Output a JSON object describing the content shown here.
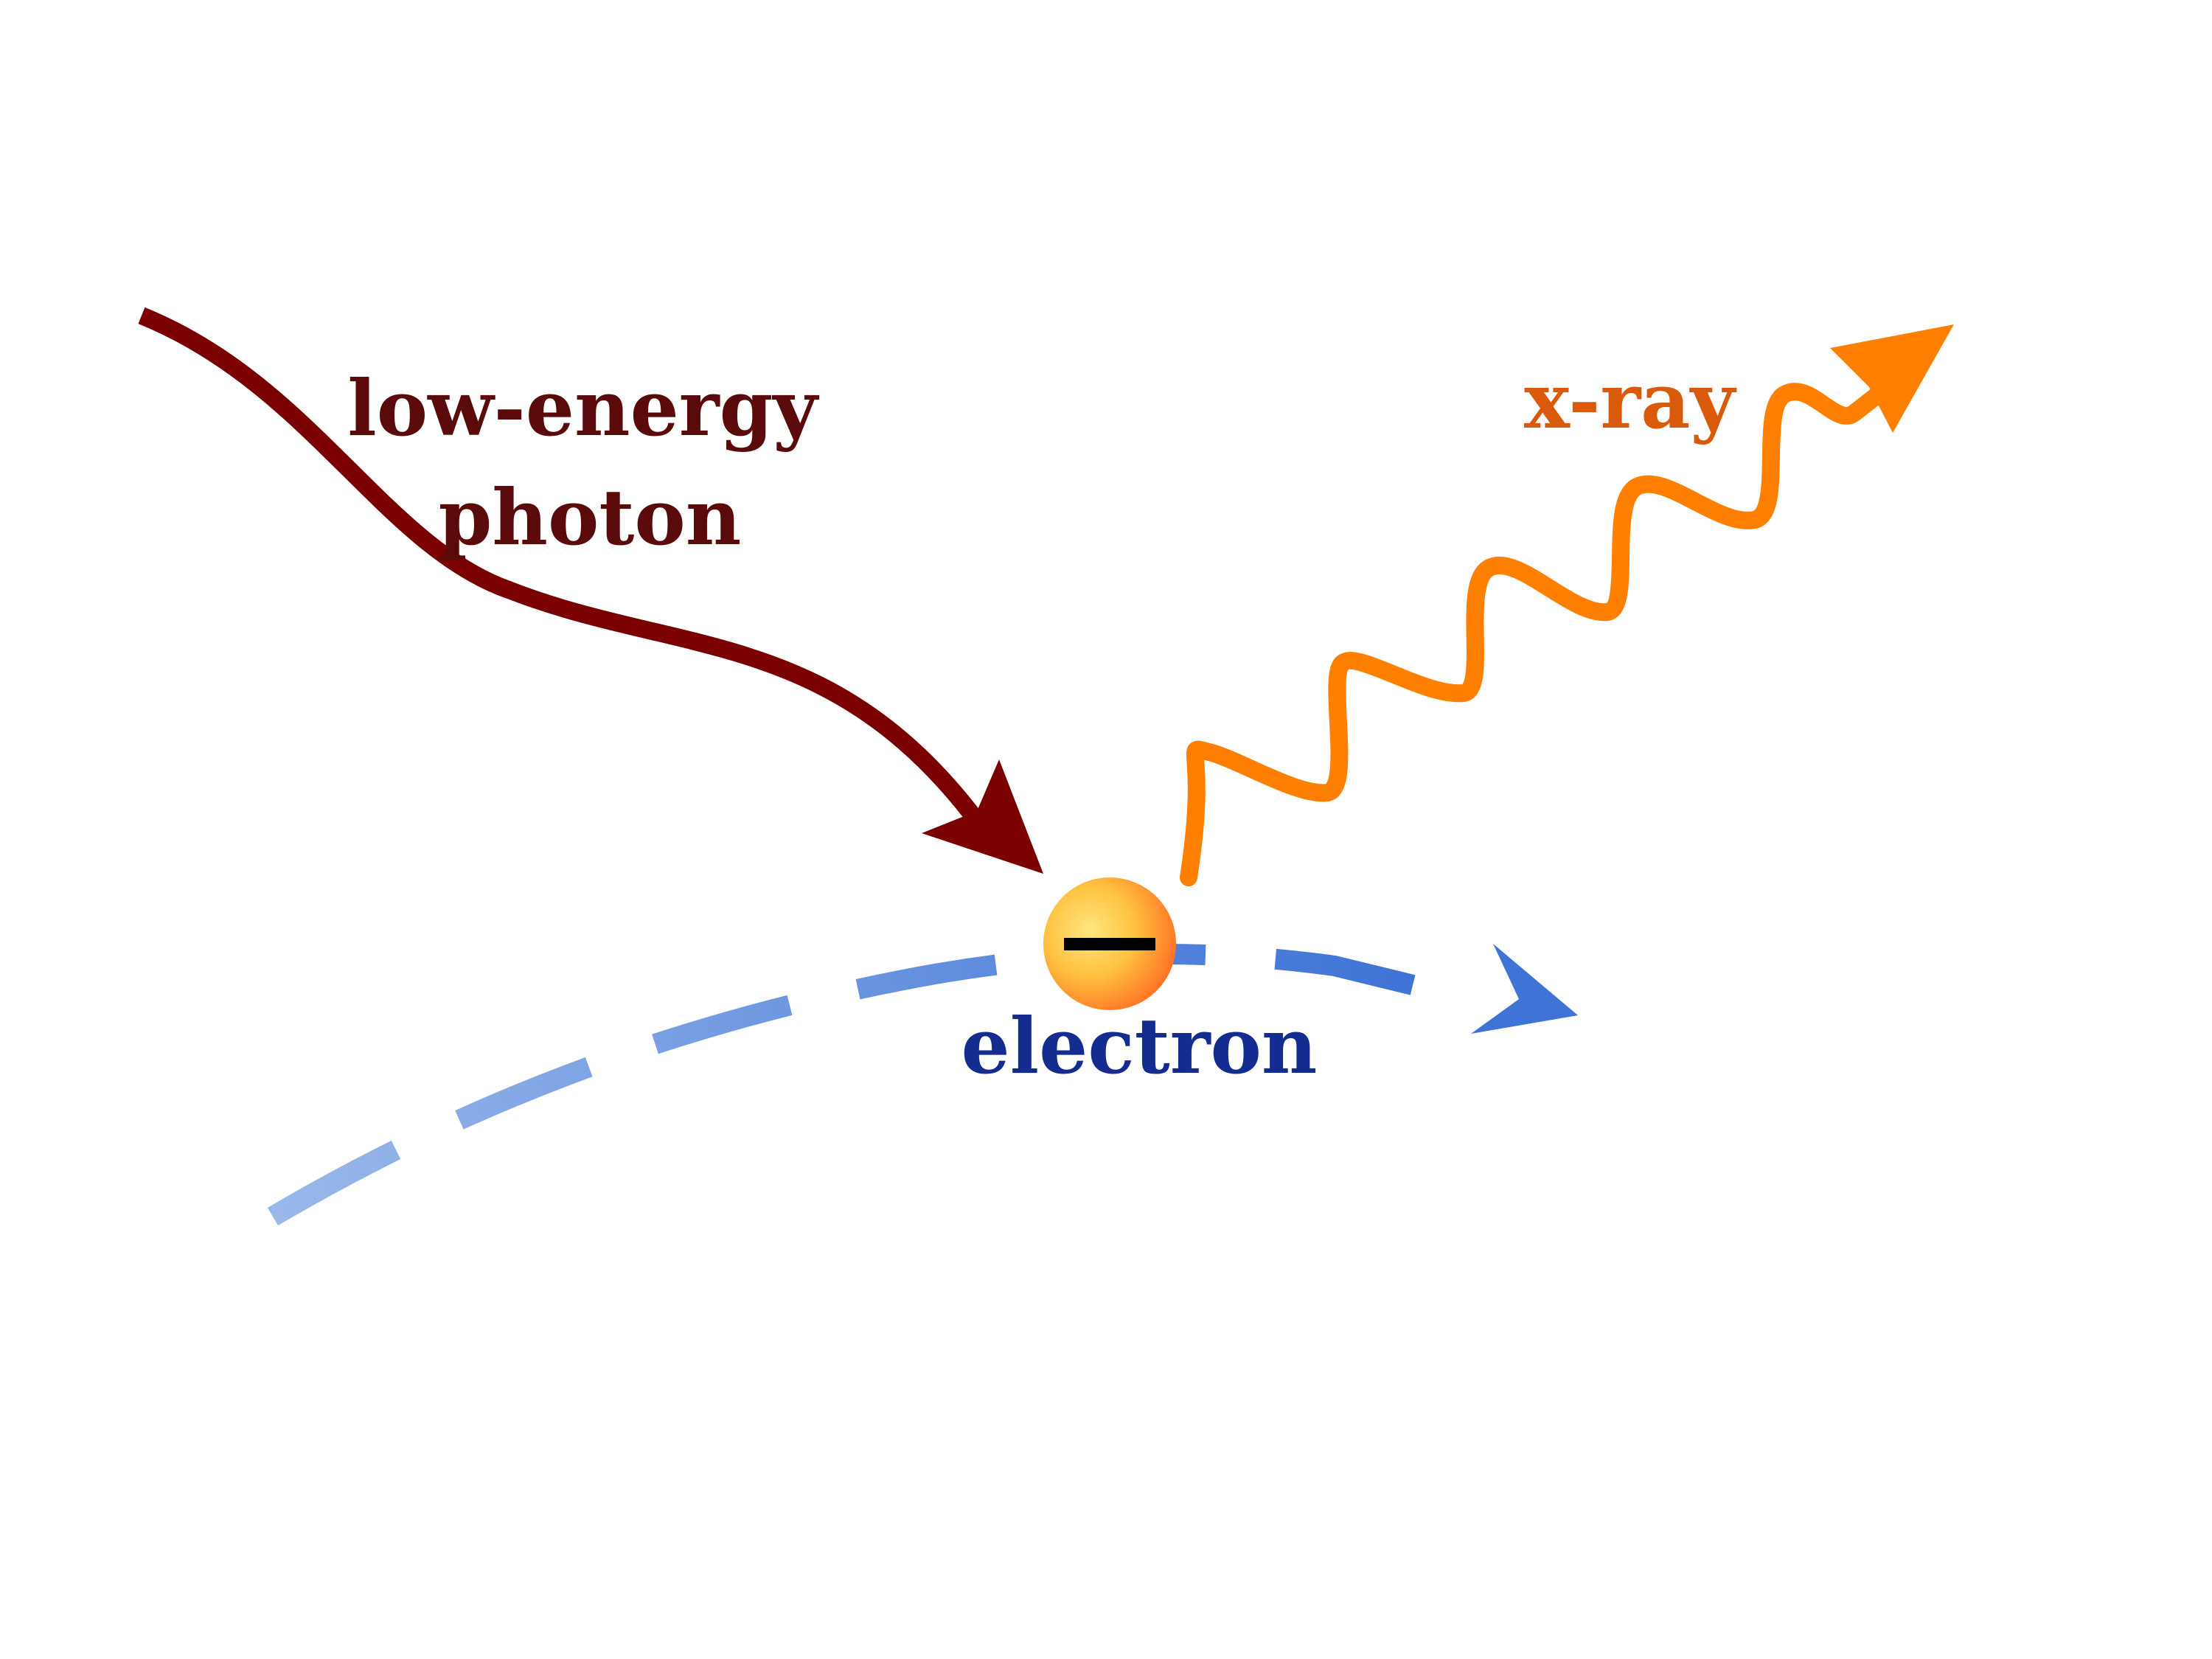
{
  "labels": {
    "photon_line1": "low-energy",
    "photon_line2": "photon",
    "xray": "x-ray",
    "electron": "electron"
  },
  "colors": {
    "photon": "#7a0000",
    "photon_text": "#5a0a0a",
    "xray": "#ff8000",
    "xray_text": "#d95a0a",
    "electron_path": "#3f74d6",
    "electron_path_faded": "#9ab8ea",
    "electron_text": "#142b8f",
    "electron_ball_light": "#ffe066",
    "electron_ball_dark": "#ff6a1e"
  },
  "icons": {
    "electron_charge": "minus-sign"
  }
}
